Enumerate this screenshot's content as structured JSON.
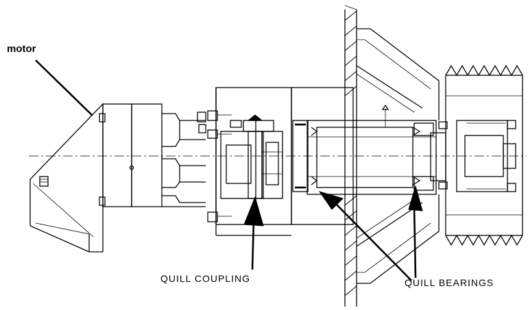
{
  "labels": {
    "motor": "motor",
    "quill_coupling": "QUILL COUPLING",
    "quill_bearings": "QUILL BEARINGS"
  },
  "colors": {
    "line": "#000000",
    "background": "#ffffff"
  }
}
